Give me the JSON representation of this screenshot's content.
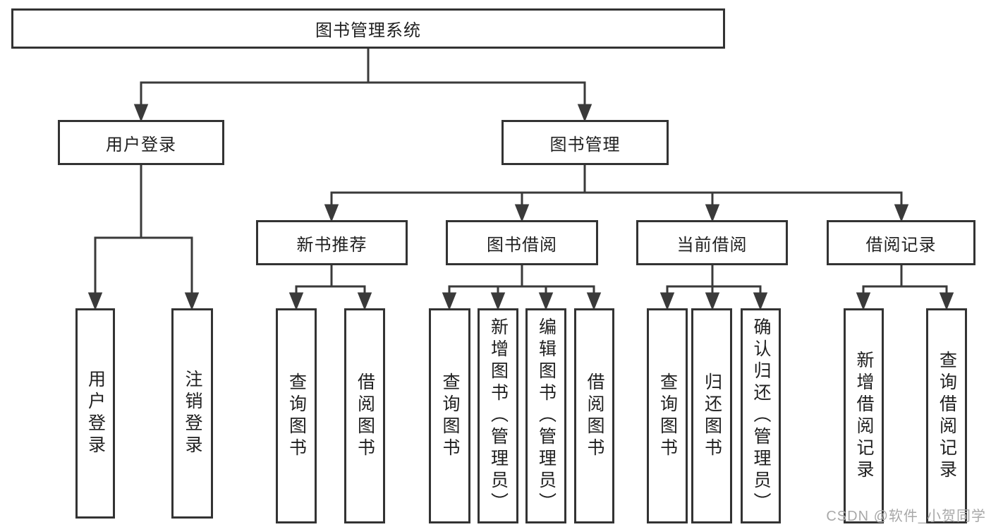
{
  "diagram": {
    "title": "图书管理系统",
    "level2": [
      {
        "label": "用户登录"
      },
      {
        "label": "图书管理"
      }
    ],
    "level3": [
      {
        "label": "新书推荐"
      },
      {
        "label": "图书借阅"
      },
      {
        "label": "当前借阅"
      },
      {
        "label": "借阅记录"
      }
    ],
    "leaves": [
      {
        "label": "用户登录"
      },
      {
        "label": "注销登录"
      },
      {
        "label": "查询图书"
      },
      {
        "label": "借阅图书"
      },
      {
        "label": "查询图书"
      },
      {
        "label": "新增图书（管理员）"
      },
      {
        "label": "编辑图书（管理员）"
      },
      {
        "label": "借阅图书"
      },
      {
        "label": "查询图书"
      },
      {
        "label": "归还图书"
      },
      {
        "label": "确认归还（管理员）"
      },
      {
        "label": "新增借阅记录"
      },
      {
        "label": "查询借阅记录"
      }
    ]
  },
  "watermark": "CSDN @软件_小贺同学",
  "colors": {
    "line": "#3a3a3a",
    "box_border": "#333333",
    "text": "#1f1f1f",
    "watermark": "#a8a8a8",
    "background": "#ffffff"
  }
}
